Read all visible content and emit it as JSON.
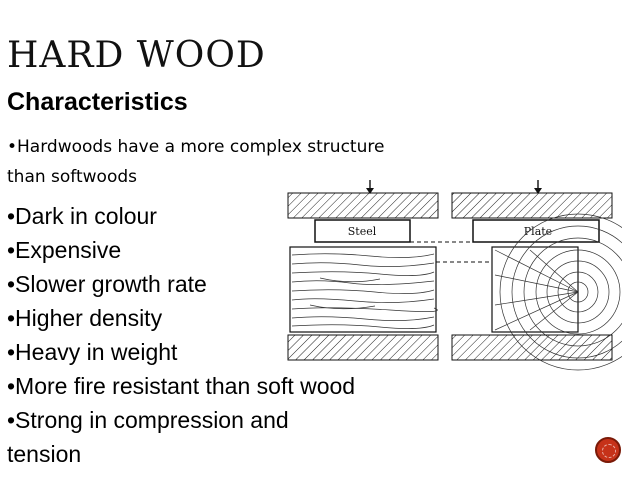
{
  "slide": {
    "title": "HARD WOOD",
    "subtitle": "Characteristics",
    "paragraph": "•Hardwoods have a more complex structure than softwoods",
    "bullets": [
      "•Dark in colour",
      "•Expensive",
      "•Slower growth rate",
      "•Higher density",
      "•Heavy in weight",
      "•More fire resistant than soft wood",
      "•Strong in compression and tension"
    ],
    "figure": {
      "left_label": "Steel",
      "right_label": "Plate"
    },
    "colors": {
      "text": "#000000",
      "badge": "#c63219"
    }
  }
}
